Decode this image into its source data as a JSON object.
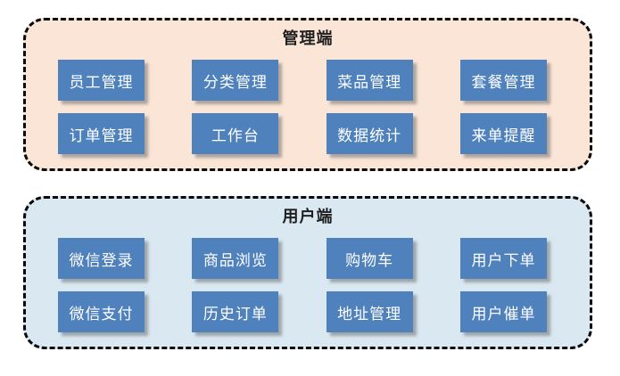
{
  "diagram": {
    "panels": [
      {
        "title": "管理端",
        "bg_color": "#FBE5D6",
        "buttons": [
          "员工管理",
          "分类管理",
          "菜品管理",
          "套餐管理",
          "订单管理",
          "工作台",
          "数据统计",
          "来单提醒"
        ]
      },
      {
        "title": "用户端",
        "bg_color": "#D9E8F1",
        "buttons": [
          "微信登录",
          "商品浏览",
          "购物车",
          "用户下单",
          "微信支付",
          "历史订单",
          "地址管理",
          "用户催单"
        ]
      }
    ],
    "colors": {
      "button_fill": "#4F81BD",
      "button_text": "#FFFFFF",
      "panel_border": "#000000"
    }
  }
}
